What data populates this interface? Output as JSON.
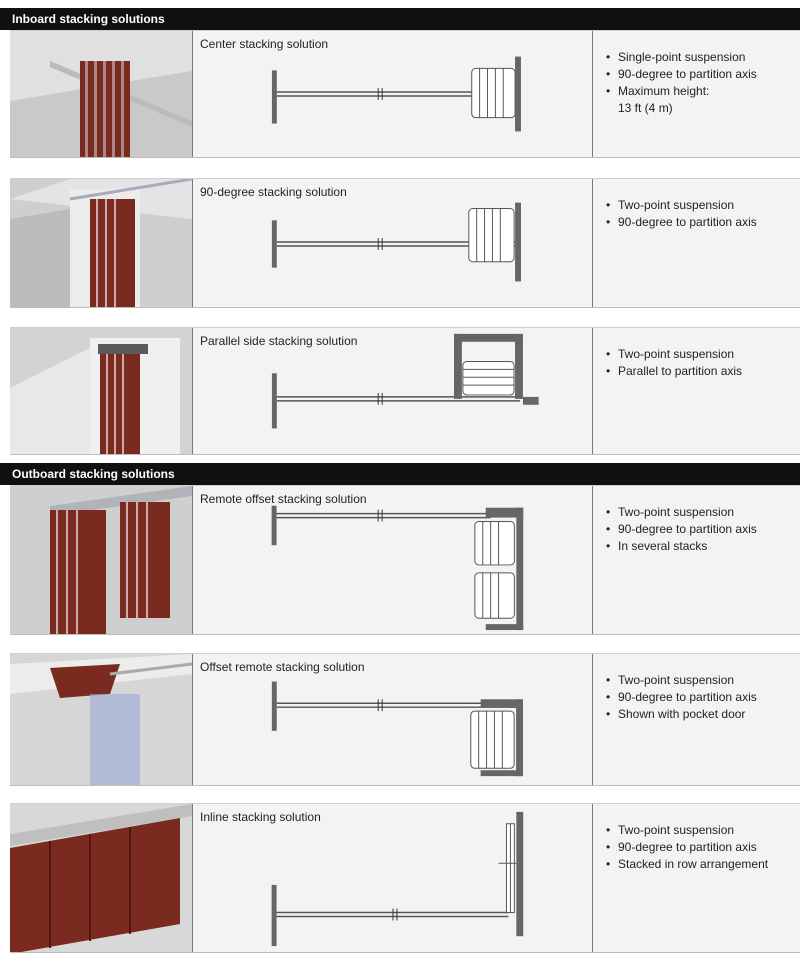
{
  "sections": {
    "inboard": "Inboard stacking solutions",
    "outboard": "Outboard stacking solutions"
  },
  "rows": [
    {
      "title": "Center stacking solution",
      "features": [
        "Single-point suspension",
        "90-degree to partition axis",
        "Maximum height:",
        "13 ft (4 m)"
      ]
    },
    {
      "title": "90-degree stacking solution",
      "features": [
        "Two-point suspension",
        "90-degree to partition axis"
      ]
    },
    {
      "title": "Parallel side stacking solution",
      "features": [
        "Two-point suspension",
        "Parallel to partition axis"
      ]
    },
    {
      "title": "Remote offset stacking solution",
      "features": [
        "Two-point suspension",
        "90-degree to partition axis",
        "In several stacks"
      ]
    },
    {
      "title": "Offset remote stacking solution",
      "features": [
        "Two-point suspension",
        "90-degree to partition axis",
        "Shown with pocket door"
      ]
    },
    {
      "title": "Inline stacking solution",
      "features": [
        "Two-point suspension",
        "90-degree to partition axis",
        "Stacked in row arrangement"
      ]
    }
  ],
  "colors": {
    "panel": "#7a2a1e",
    "panel_dark": "#4f160f",
    "wall": "#666666",
    "header": "#101010"
  }
}
